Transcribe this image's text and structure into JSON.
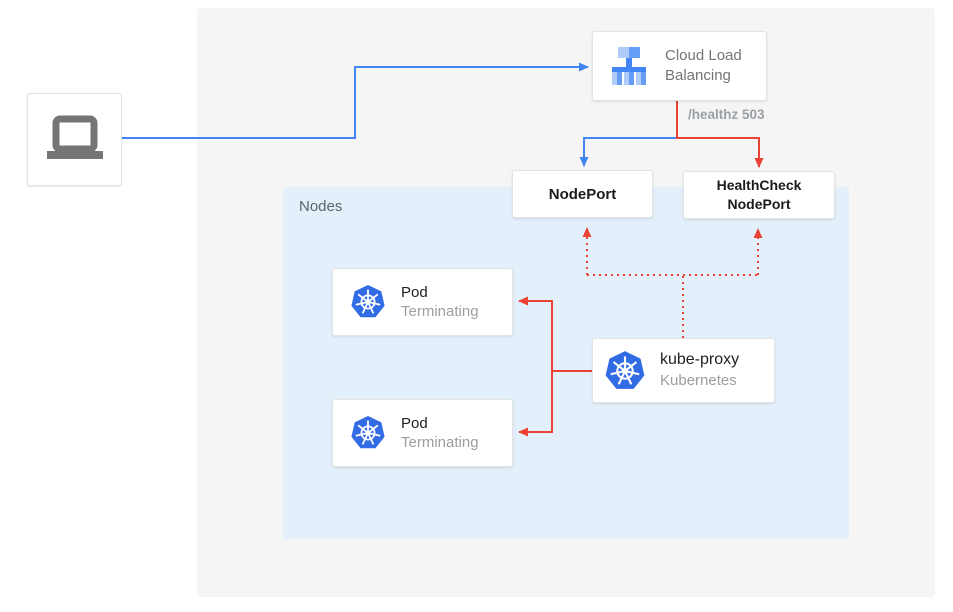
{
  "colors": {
    "flow_blue": "#4285f4",
    "flow_red": "#ea4335",
    "background_panel": "#f5f5f5",
    "nodes_panel_bg": "#e3f0fc",
    "kubernetes_blue": "#326ce5",
    "muted_text": "#9e9e9e",
    "dark_text": "#212121"
  },
  "client": {
    "icon": "laptop"
  },
  "load_balancer": {
    "label": "Cloud Load Balancing",
    "icon": "cloud-load-balancing"
  },
  "health_check_path": "/healthz 503",
  "nodeport": {
    "label": "NodePort"
  },
  "healthcheck_nodeport": {
    "label": "HealthCheck NodePort"
  },
  "nodes_panel": {
    "label": "Nodes"
  },
  "pods": [
    {
      "label": "Pod",
      "status": "Terminating",
      "icon": "kubernetes"
    },
    {
      "label": "Pod",
      "status": "Terminating",
      "icon": "kubernetes"
    }
  ],
  "kube_proxy": {
    "label": "kube-proxy",
    "sublabel": "Kubernetes",
    "icon": "kubernetes"
  },
  "edges": [
    {
      "from": "client",
      "to": "load-balancer",
      "color": "blue",
      "style": "solid",
      "arrow": "into-load-balancer"
    },
    {
      "from": "load-balancer",
      "to": "nodeport",
      "color": "blue",
      "style": "solid",
      "arrow": "down"
    },
    {
      "from": "load-balancer",
      "to": "healthcheck-nodeport",
      "color": "red",
      "style": "solid",
      "arrow": "down",
      "label": "/healthz 503"
    },
    {
      "from": "kube-proxy",
      "to": "nodeport",
      "color": "red",
      "style": "dotted",
      "arrow": "up"
    },
    {
      "from": "kube-proxy",
      "to": "healthcheck-nodeport",
      "color": "red",
      "style": "dotted",
      "arrow": "up"
    },
    {
      "from": "kube-proxy",
      "to": "pod-1",
      "color": "red",
      "style": "solid",
      "arrow": "left"
    },
    {
      "from": "kube-proxy",
      "to": "pod-2",
      "color": "red",
      "style": "solid",
      "arrow": "left"
    }
  ]
}
